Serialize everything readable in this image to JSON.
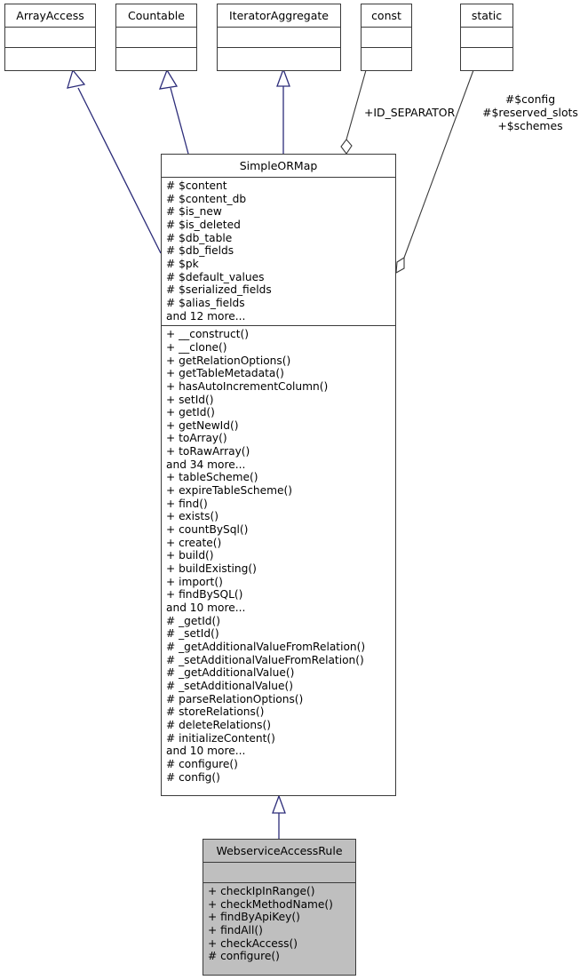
{
  "diagram": {
    "kind": "uml-class-diagram",
    "colors": {
      "background": "#ffffff",
      "node_border": "#3a3a3a",
      "node_fill": "#ffffff",
      "highlight_fill": "#bfbfbf",
      "inheritance_edge": "#2d2d7a",
      "association_edge": "#3a3a3a",
      "text": "#000000"
    }
  },
  "nodes": {
    "array_access": {
      "name": "ArrayAccess",
      "attributes": [],
      "methods": []
    },
    "countable": {
      "name": "Countable",
      "attributes": [],
      "methods": []
    },
    "iterator_aggregate": {
      "name": "IteratorAggregate",
      "attributes": [],
      "methods": []
    },
    "const": {
      "name": "const",
      "attributes": [],
      "methods": []
    },
    "static": {
      "name": "static",
      "attributes": [],
      "methods": []
    },
    "simple_ormap": {
      "name": "SimpleORMap",
      "attributes": [
        "# $content",
        "# $content_db",
        "# $is_new",
        "# $is_deleted",
        "# $db_table",
        "# $db_fields",
        "# $pk",
        "# $default_values",
        "# $serialized_fields",
        "# $alias_fields",
        "and 12 more..."
      ],
      "methods": [
        "+ __construct()",
        "+ __clone()",
        "+ getRelationOptions()",
        "+ getTableMetadata()",
        "+ hasAutoIncrementColumn()",
        "+ setId()",
        "+ getId()",
        "+ getNewId()",
        "+ toArray()",
        "+ toRawArray()",
        "and 34 more...",
        "+ tableScheme()",
        "+ expireTableScheme()",
        "+ find()",
        "+ exists()",
        "+ countBySql()",
        "+ create()",
        "+ build()",
        "+ buildExisting()",
        "+ import()",
        "+ findBySQL()",
        "and 10 more...",
        "# _getId()",
        "# _setId()",
        "# _getAdditionalValueFromRelation()",
        "# _setAdditionalValueFromRelation()",
        "# _getAdditionalValue()",
        "# _setAdditionalValue()",
        "# parseRelationOptions()",
        "# storeRelations()",
        "# deleteRelations()",
        "# initializeContent()",
        "and 10 more...",
        "# configure()",
        "# config()"
      ]
    },
    "webservice_access_rule": {
      "name": "WebserviceAccessRule",
      "attributes": [],
      "methods": [
        "+ checkIpInRange()",
        "+ checkMethodName()",
        "+ findByApiKey()",
        "+ findAll()",
        "+ checkAccess()",
        "# configure()"
      ]
    }
  },
  "edge_labels": {
    "const_to_simpleormap": "+ID_SEPARATOR",
    "static_to_simpleormap_line1": "#$config",
    "static_to_simpleormap_line2": "#$reserved_slots",
    "static_to_simpleormap_line3": "+$schemes"
  }
}
